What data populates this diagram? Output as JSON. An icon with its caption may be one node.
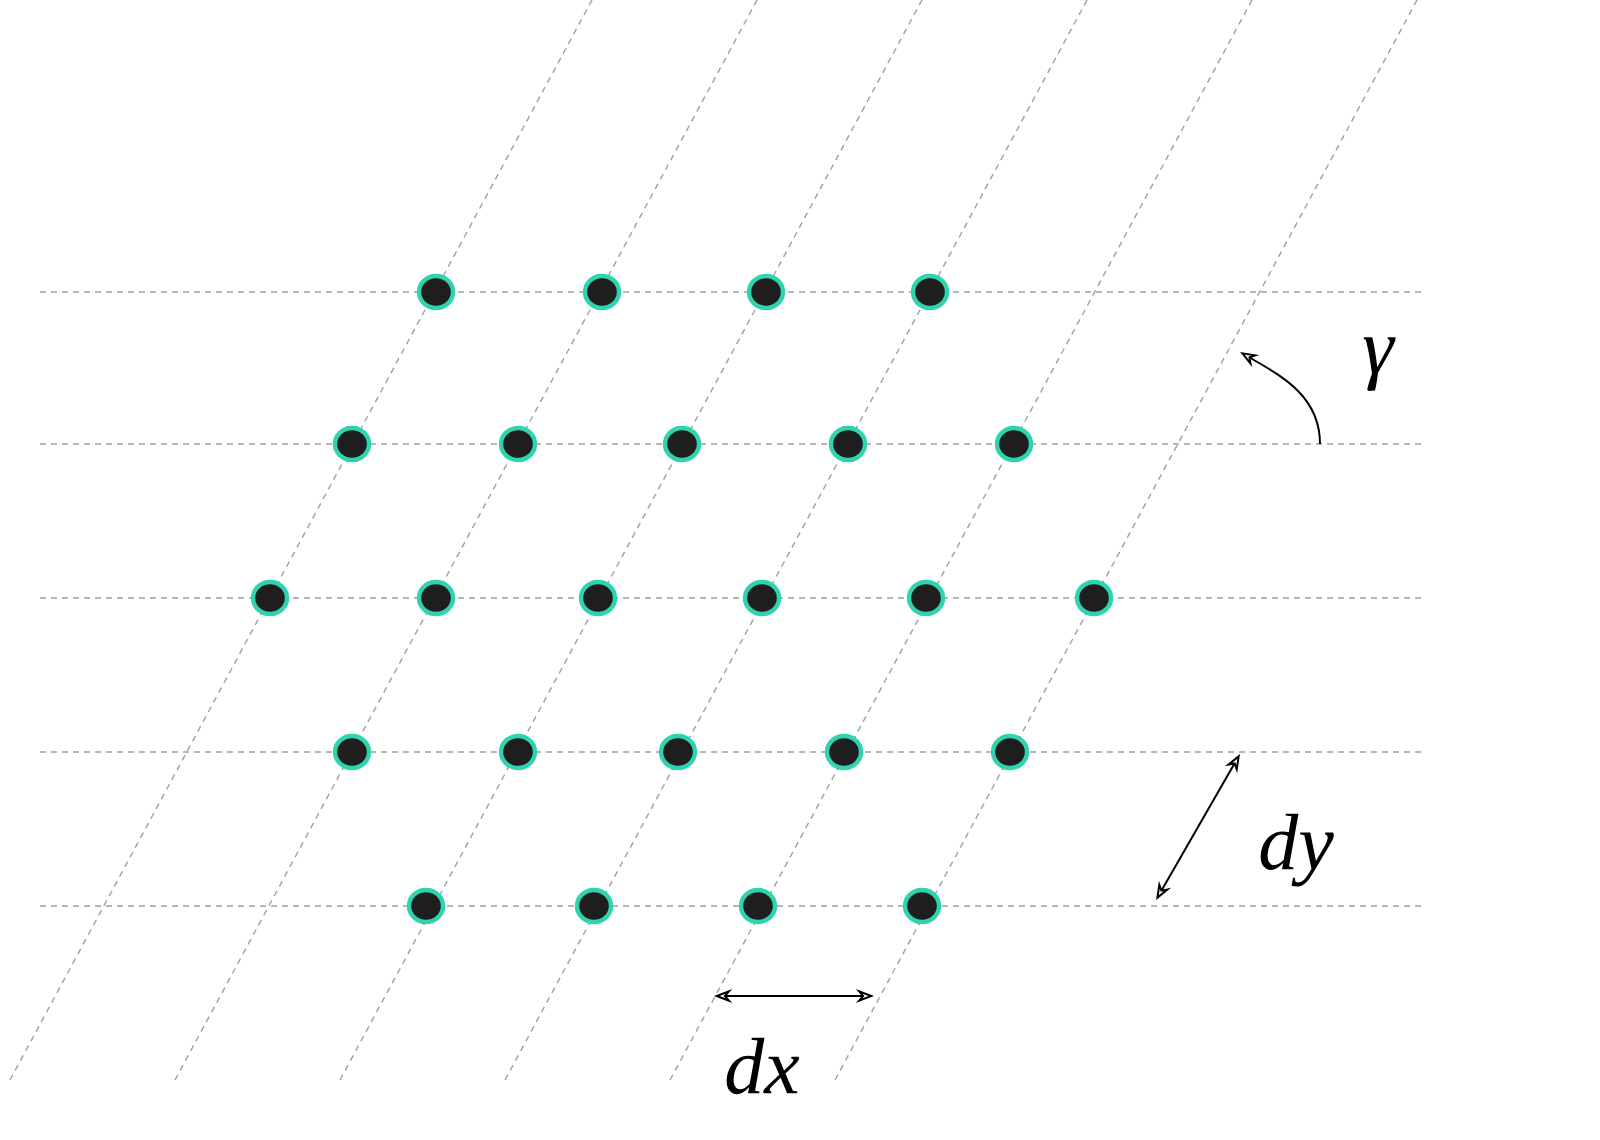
{
  "diagram": {
    "labels": [
      "γ",
      "dy",
      "dx"
    ]
  }
}
